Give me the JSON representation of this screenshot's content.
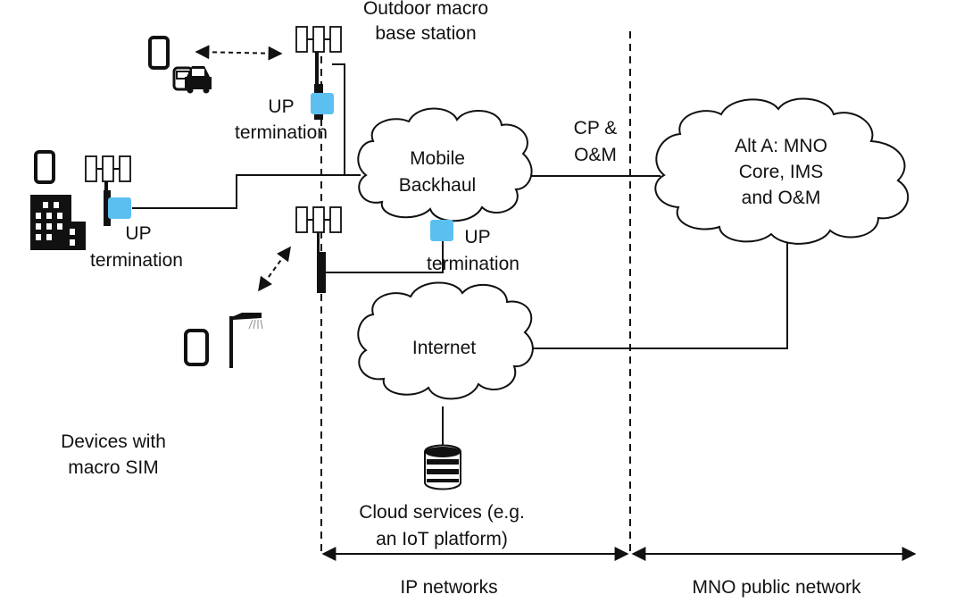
{
  "labels": {
    "outdoor_macro_line1": "Outdoor macro",
    "outdoor_macro_line2": "base station",
    "up_term_top_line1": "UP",
    "up_term_top_line2": "termination",
    "up_term_left_line1": "UP",
    "up_term_left_line2": "termination",
    "up_term_bottom_line1": "UP",
    "up_term_bottom_line2": "termination",
    "mobile_backhaul_line1": "Mobile",
    "mobile_backhaul_line2": "Backhaul",
    "cp_om_line1": "CP &",
    "cp_om_line2": "O&M",
    "mno_core_line1": "Alt A: MNO",
    "mno_core_line2": "Core, IMS",
    "mno_core_line3": "and O&M",
    "internet": "Internet",
    "cloud_line1": "Cloud services (e.g.",
    "cloud_line2": "an IoT platform)",
    "devices_line1": "Devices with",
    "devices_line2": "macro SIM",
    "ip_networks": "IP networks",
    "mno_public_network": "MNO public network"
  },
  "icons": [
    "phone-icon",
    "car-icon",
    "building-icon",
    "antenna-icon",
    "street-light-icon",
    "database-icon",
    "cloud-icon"
  ],
  "colors": {
    "up_termination": "#5bc0f0",
    "line": "#111111",
    "background": "#ffffff"
  }
}
